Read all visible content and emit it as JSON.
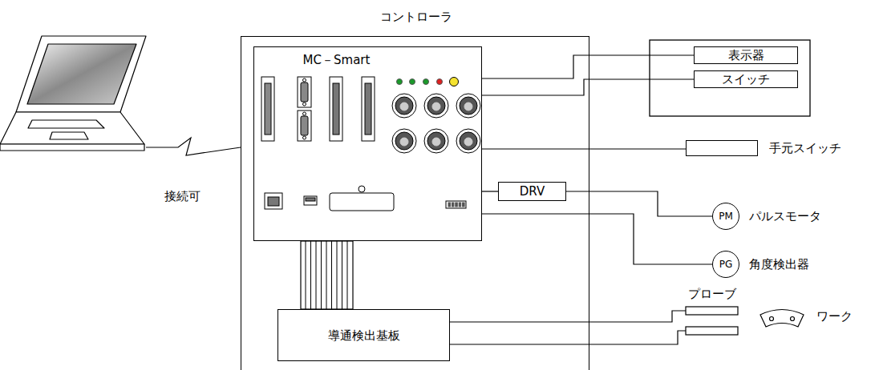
{
  "diagram": {
    "nodes": [
      {
        "text": [
          "コントローラ"
        ]
      },
      {
        "text": [
          "MC－Smart"
        ],
        "in": 0
      },
      {
        "text": [
          "導通検出基板"
        ],
        "in": 0
      },
      {
        "text": [
          "DRV"
        ],
        "in": 0
      },
      {
        "text": [
          "表示器"
        ]
      },
      {
        "text": [
          "スイッチ"
        ]
      },
      {
        "text": [
          "手元スイッチ"
        ]
      },
      {
        "text": [
          "PM",
          "パルスモータ"
        ]
      },
      {
        "text": [
          "PG",
          "角度検出器"
        ]
      }
    ],
    "edges": [
      {
        "from": 1,
        "to": 4,
        "arrow": "none"
      },
      {
        "from": 1,
        "to": 5,
        "arrow": "none"
      },
      {
        "from": 1,
        "to": 6,
        "arrow": "none"
      },
      {
        "from": 1,
        "to": 3,
        "arrow": "none"
      },
      {
        "from": 3,
        "to": 7,
        "arrow": "none"
      },
      {
        "from": 1,
        "to": 8,
        "arrow": "none"
      },
      {
        "from": 1,
        "to": 2,
        "arrow": "none"
      }
    ],
    "labels": [
      "接続可",
      "プローブ",
      "ワーク"
    ]
  }
}
